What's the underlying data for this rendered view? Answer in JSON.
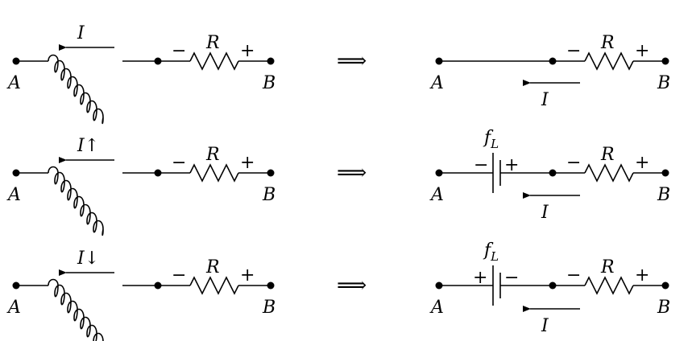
{
  "rows": [
    {
      "left": {
        "current_label": "I",
        "node_a": "A",
        "node_b": "B",
        "resistor_label": "R",
        "resistor_minus": "−",
        "resistor_plus": "+"
      },
      "implies": "⟹",
      "right": {
        "current_label": "I",
        "node_a": "A",
        "node_b": "B",
        "resistor_label": "R",
        "resistor_minus": "−",
        "resistor_plus": "+",
        "has_source": false
      }
    },
    {
      "left": {
        "current_label": "I↑",
        "node_a": "A",
        "node_b": "B",
        "resistor_label": "R",
        "resistor_minus": "−",
        "resistor_plus": "+"
      },
      "implies": "⟹",
      "right": {
        "current_label": "I",
        "node_a": "A",
        "node_b": "B",
        "resistor_label": "R",
        "resistor_minus": "−",
        "resistor_plus": "+",
        "has_source": true,
        "source_label": "f",
        "source_subscript": "L",
        "source_left_sign": "−",
        "source_right_sign": "+"
      }
    },
    {
      "left": {
        "current_label": "I↓",
        "node_a": "A",
        "node_b": "B",
        "resistor_label": "R",
        "resistor_minus": "−",
        "resistor_plus": "+"
      },
      "implies": "⟹",
      "right": {
        "current_label": "I",
        "node_a": "A",
        "node_b": "B",
        "resistor_label": "R",
        "resistor_minus": "−",
        "resistor_plus": "+",
        "has_source": true,
        "source_label": "f",
        "source_subscript": "L",
        "source_left_sign": "+",
        "source_right_sign": "−"
      }
    }
  ]
}
